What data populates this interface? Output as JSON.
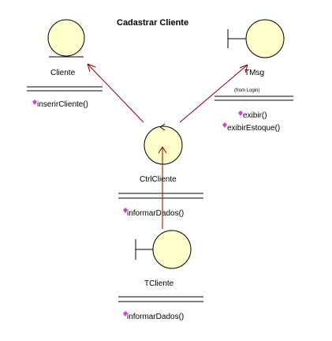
{
  "diagram": {
    "title": "Cadastrar Cliente",
    "entity": {
      "name": "Cliente",
      "operations": [
        "inserirCliente()"
      ]
    },
    "boundary_message": {
      "name": "TMsg",
      "stereotype_note": "(from Login)",
      "operations": [
        "exibir()",
        "exibirEstoque()"
      ]
    },
    "control": {
      "name": "CtrlCliente",
      "operations": [
        "informarDados()"
      ]
    },
    "boundary_client": {
      "name": "TCliente",
      "operations": [
        "informarDados()"
      ]
    },
    "colors": {
      "actor_fill": "#ffffcc",
      "association": "#8b0000",
      "operation_icon": "#cc44cc"
    }
  }
}
